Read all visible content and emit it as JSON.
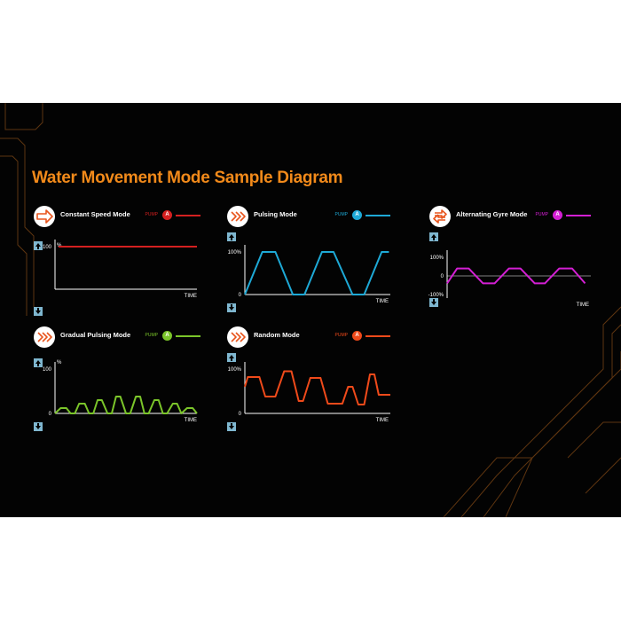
{
  "title": "Water Movement Mode Sample Diagram",
  "colors": {
    "accent": "#f28a1a",
    "background": "#030303",
    "axis": "#ffffff",
    "icon_arrow": "#e8541c",
    "decor": "#6b3a10"
  },
  "chart_data": [
    {
      "type": "line",
      "title": "Constant Speed Mode",
      "icon": "constant-speed-icon",
      "legend": {
        "label": "PUMP",
        "badge": "A"
      },
      "color": "#d42020",
      "y_top_label": "%",
      "y_tick_labels": [
        "100"
      ],
      "x_tick_labels": [
        "TIME"
      ],
      "ylim": [
        0,
        100
      ],
      "x": [
        0,
        100
      ],
      "y": [
        100,
        100
      ]
    },
    {
      "type": "line",
      "title": "Pulsing Mode",
      "icon": "pulsing-icon",
      "legend": {
        "label": "PUMP",
        "badge": "A"
      },
      "color": "#1ea9d6",
      "y_tick_labels": [
        "100%",
        "0"
      ],
      "x_tick_labels": [
        "TIME"
      ],
      "ylim": [
        0,
        100
      ],
      "x": [
        0,
        12,
        21,
        33,
        41,
        53,
        61,
        74,
        82,
        94,
        99
      ],
      "y": [
        0,
        100,
        100,
        0,
        0,
        100,
        100,
        0,
        0,
        100,
        100
      ]
    },
    {
      "type": "line",
      "title": "Alternating Gyre Mode",
      "icon": "alternating-gyre-icon",
      "legend": {
        "label": "PUMP",
        "badge": "A"
      },
      "color": "#d41fd4",
      "y_tick_labels": [
        "100%",
        "0",
        "-100%"
      ],
      "x_tick_labels": [
        "TIME"
      ],
      "ylim": [
        -100,
        100
      ],
      "x": [
        0,
        7,
        15,
        25,
        33,
        43,
        51,
        61,
        68,
        78,
        87,
        96
      ],
      "y": [
        -40,
        40,
        40,
        -40,
        -40,
        40,
        40,
        -40,
        -40,
        40,
        40,
        -40
      ]
    },
    {
      "type": "line",
      "title": "Gradual Pulsing Mode",
      "icon": "gradual-pulsing-icon",
      "legend": {
        "label": "PUMP",
        "badge": "A"
      },
      "color": "#7bc52a",
      "y_top_label": "%",
      "y_tick_labels": [
        "100",
        "0"
      ],
      "x_tick_labels": [
        "TIME"
      ],
      "ylim": [
        0,
        100
      ],
      "x": [
        0,
        4,
        8,
        11,
        14,
        17,
        21,
        24,
        27,
        30,
        33,
        37,
        40,
        43,
        46,
        50,
        53,
        57,
        60,
        63,
        66,
        70,
        73,
        76,
        79,
        83,
        86,
        89,
        93,
        97,
        100
      ],
      "y": [
        0,
        12,
        12,
        0,
        0,
        22,
        22,
        0,
        0,
        30,
        30,
        0,
        0,
        38,
        38,
        0,
        0,
        38,
        38,
        0,
        0,
        30,
        30,
        0,
        0,
        22,
        22,
        0,
        12,
        12,
        0
      ]
    },
    {
      "type": "line",
      "title": "Random Mode",
      "icon": "random-icon",
      "legend": {
        "label": "PUMP",
        "badge": "A"
      },
      "color": "#f04a1a",
      "y_tick_labels": [
        "100%",
        "0"
      ],
      "x_tick_labels": [
        "TIME"
      ],
      "ylim": [
        0,
        100
      ],
      "x": [
        0,
        2,
        10,
        14,
        21,
        27,
        32,
        37,
        40,
        45,
        52,
        57,
        67,
        71,
        74,
        78,
        82,
        86,
        89,
        92,
        98,
        100
      ],
      "y": [
        60,
        82,
        82,
        38,
        38,
        95,
        95,
        28,
        28,
        80,
        80,
        22,
        22,
        60,
        60,
        20,
        20,
        88,
        88,
        42,
        42,
        42
      ]
    }
  ]
}
